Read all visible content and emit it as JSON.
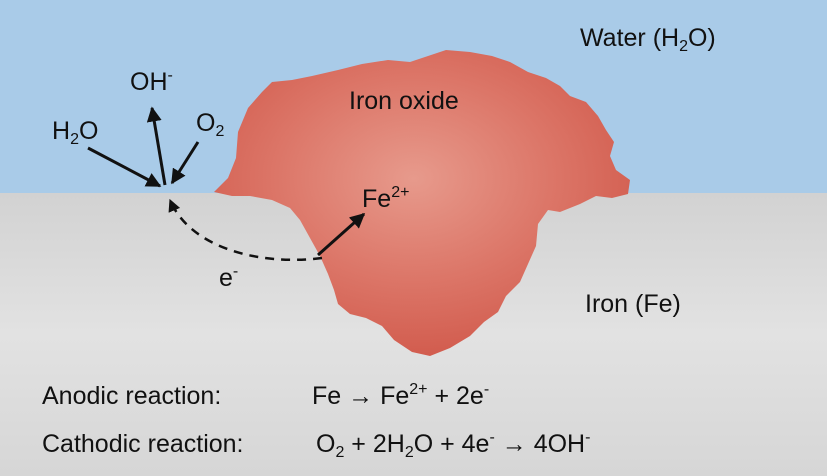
{
  "regions": {
    "water": {
      "label": "Water (H",
      "sub": "2",
      "tail": "O)",
      "color": "#a9cbe8"
    },
    "iron": {
      "label": "Iron (Fe)",
      "color": "#d8d8d8"
    },
    "oxide": {
      "label": "Iron oxide",
      "color": "#d9685d"
    }
  },
  "species": {
    "oh": {
      "base": "OH",
      "sup": "-"
    },
    "h2o": {
      "a": "H",
      "sub": "2",
      "b": "O"
    },
    "o2": {
      "a": "O",
      "sub": "2"
    },
    "fe": {
      "base": "Fe",
      "sup": "2+"
    },
    "electron": {
      "base": "e",
      "sup": "-"
    }
  },
  "reactions": {
    "anodic": {
      "label": "Anodic reaction:",
      "p1": "Fe → Fe",
      "sup1": "2+",
      "p2": " + 2e",
      "sup2": "-"
    },
    "cathodic": {
      "label": "Cathodic reaction:",
      "p1": "O",
      "sub1": "2",
      "p2": " + 2H",
      "sub2": "2",
      "p3": "O + 4e",
      "sup3": "-",
      "p4": " → 4OH",
      "sup4": "-"
    }
  }
}
